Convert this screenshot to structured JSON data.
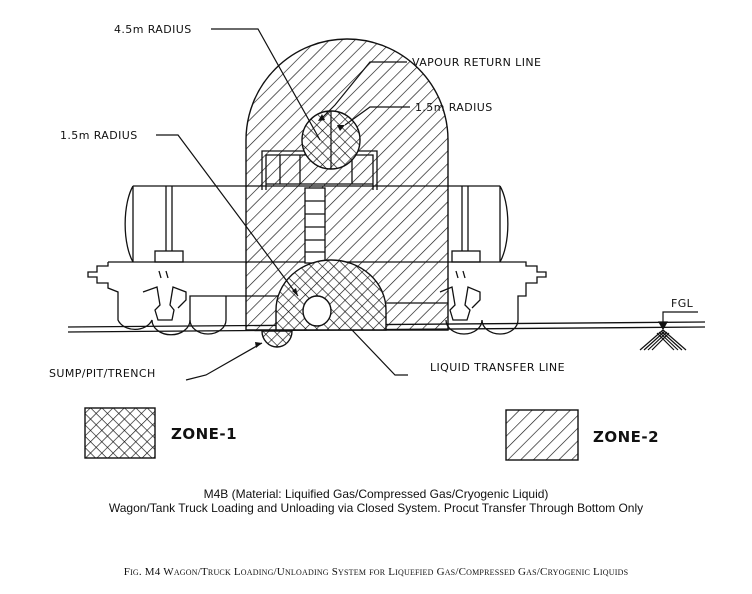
{
  "diagram": {
    "labels": {
      "radius_outer": "4.5m RADIUS",
      "vapour_return": "VAPOUR RETURN LINE",
      "radius_inner_top": "1.5m RADIUS",
      "radius_inner_bottom": "1.5m RADIUS",
      "sump": "SUMP/PIT/TRENCH",
      "liquid_transfer": "LIQUID TRANSFER LINE",
      "fgl": "FGL"
    },
    "legend": [
      {
        "pattern": "cross-hatch",
        "label": "ZONE-1"
      },
      {
        "pattern": "diagonal-hatch",
        "label": "ZONE-2"
      }
    ]
  },
  "caption": {
    "line1": "M4B (Material: Liquified Gas/Compressed Gas/Cryogenic Liquid)",
    "line2": "Wagon/Tank Truck Loading and Unloading via Closed System. Procut Transfer Through Bottom Only"
  },
  "figure_caption": "Fig. M4 Wagon/Truck Loading/Unloading System for Liquefied Gas/Compressed Gas/Cryogenic Liquids"
}
